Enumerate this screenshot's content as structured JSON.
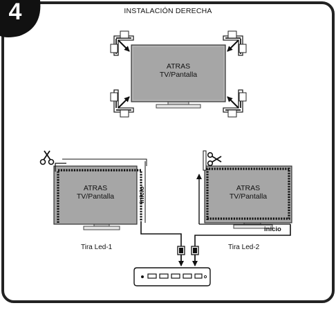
{
  "step_number": "4",
  "title": "INSTALACIÓN DERECHA",
  "screen_line1": "ATRAS",
  "screen_line2": "TV/Pantalla",
  "start_label": "inicio",
  "strip1_label": "Tira Led-1",
  "strip2_label": "Tira Led-2",
  "colors": {
    "screen_fill": "#a6a6a6",
    "line": "#1a1a1a",
    "border": "#222222"
  },
  "icons": [
    "scissors-icon",
    "arrow-icon",
    "corner-connector-icon",
    "usb-plug-icon",
    "tv-usb-port-panel"
  ]
}
